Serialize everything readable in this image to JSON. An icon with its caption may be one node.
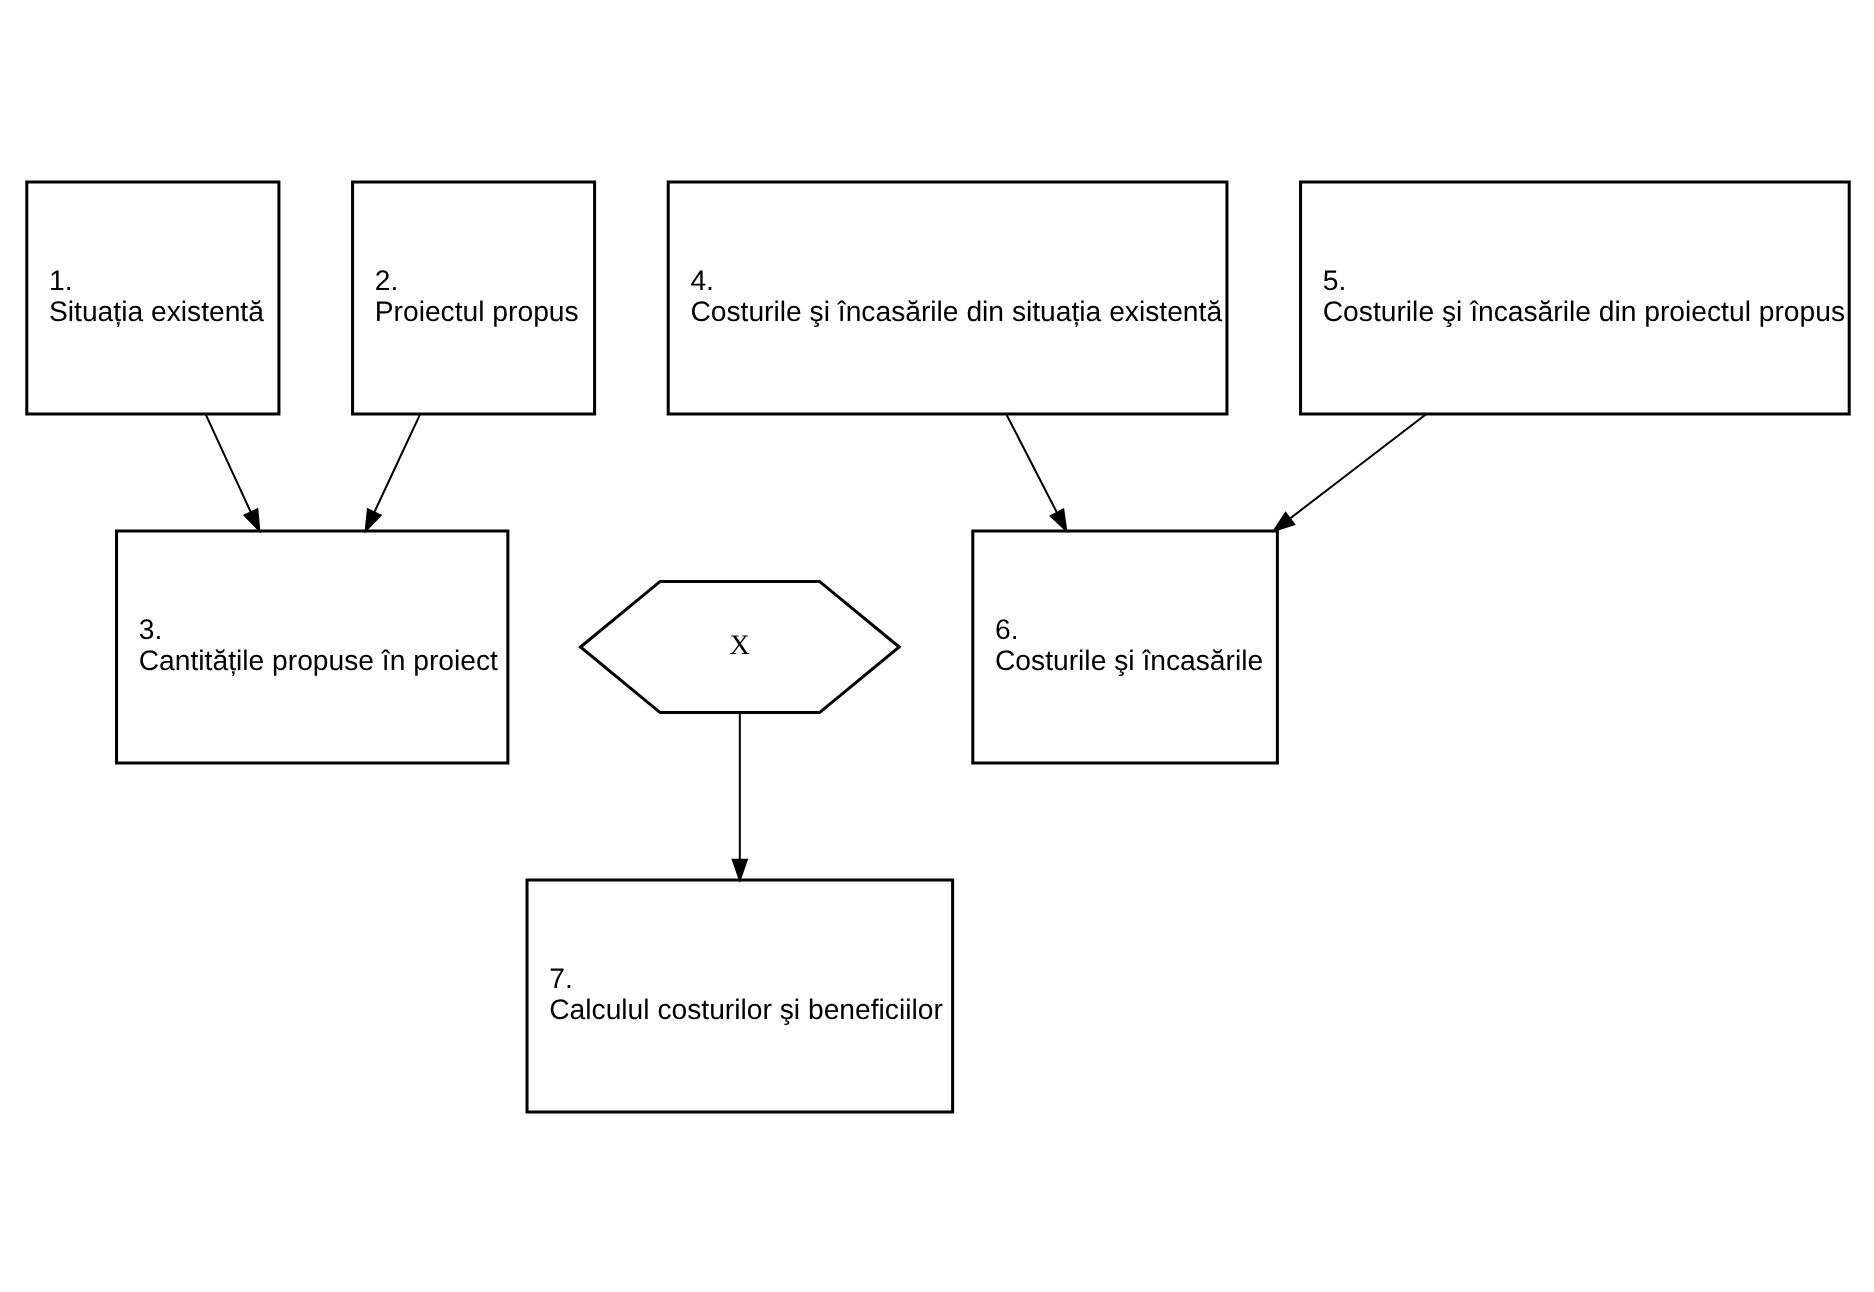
{
  "diagram": {
    "nodes": [
      {
        "text": [
          "1.",
          "Situația existentă"
        ]
      },
      {
        "text": [
          "2.",
          "Proiectul propus"
        ]
      },
      {
        "text": [
          "4.",
          "Costurile şi încasările din situația existentă"
        ]
      },
      {
        "text": [
          "5.",
          "Costurile şi încasările din proiectul propus"
        ]
      },
      {
        "text": [
          "3.",
          "Cantitățile propuse în proiect"
        ]
      },
      {
        "text": [
          "X"
        ]
      },
      {
        "text": [
          "6.",
          "Costurile şi încasările"
        ]
      },
      {
        "text": [
          "7.",
          "Calculul costurilor şi beneficiilor"
        ]
      }
    ],
    "edges": [
      {
        "from": 0,
        "to": 4,
        "arrow": "to"
      },
      {
        "from": 1,
        "to": 4,
        "arrow": "to"
      },
      {
        "from": 2,
        "to": 6,
        "arrow": "to"
      },
      {
        "from": 3,
        "to": 6,
        "arrow": "to"
      },
      {
        "from": 5,
        "to": 7,
        "arrow": "to"
      }
    ]
  }
}
